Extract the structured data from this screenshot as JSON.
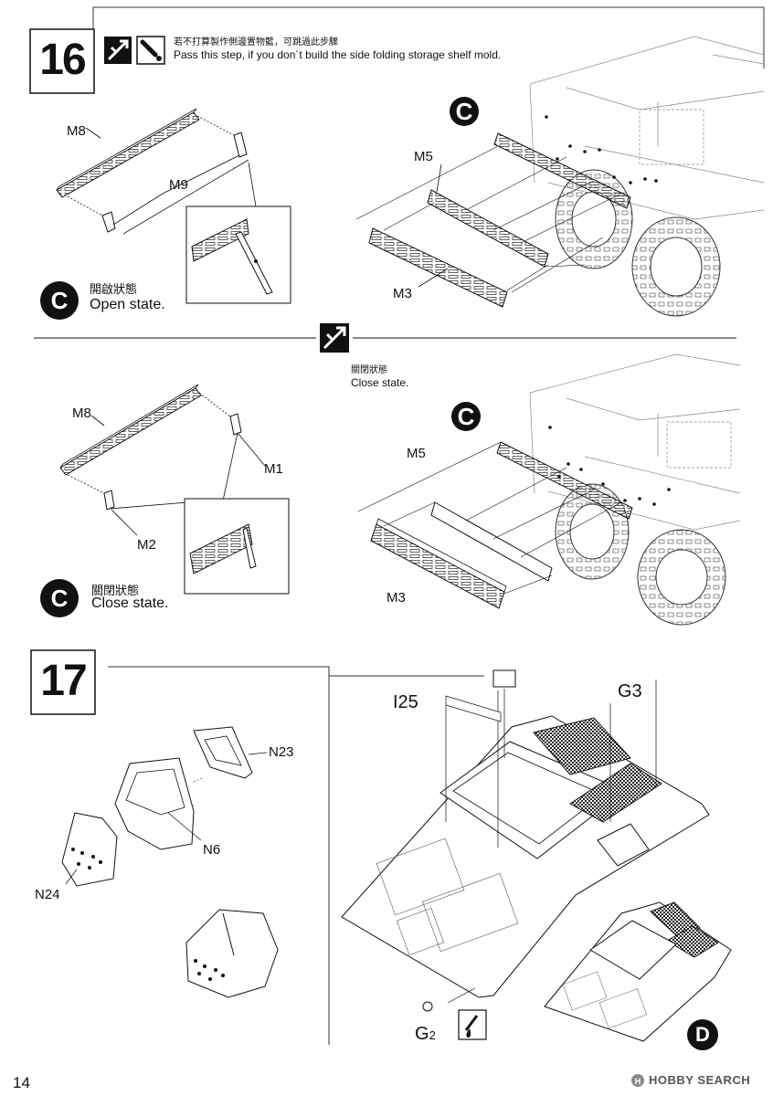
{
  "step16": {
    "number": "16",
    "note_cn": "若不打算製作側邊置物籃，可跳過此步驟",
    "note_en": "Pass this step, if you don´t build the side folding storage shelf mold.",
    "open": {
      "labels": {
        "m8": "M8",
        "m9": "M9",
        "m5": "M5",
        "m3": "M3"
      },
      "ref_letter": "C",
      "state_cn": "開啟狀態",
      "state_en": "Open state."
    },
    "close": {
      "heading_cn": "關閉狀態",
      "heading_en": "Close state.",
      "labels": {
        "m8": "M8",
        "m1": "M1",
        "m2": "M2",
        "m5": "M5",
        "m3": "M3"
      },
      "ref_letter": "C",
      "state_cn": "關閉狀態",
      "state_en": "Close state."
    }
  },
  "step17": {
    "number": "17",
    "labels": {
      "n23": "N23",
      "n6": "N6",
      "n24": "N24",
      "i25": "I25",
      "g3": "G3",
      "g2_main": "G",
      "g2_sub": "2"
    },
    "ref_letter": "D"
  },
  "footer": {
    "page_number": "14",
    "watermark": "HOBBY SEARCH"
  },
  "icons": [
    "choice-icon",
    "cement-icon",
    "glue-icon",
    "screwdriver-icon"
  ]
}
